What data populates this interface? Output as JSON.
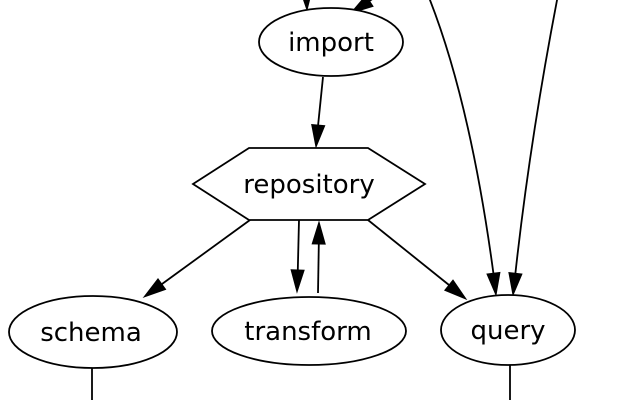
{
  "diagram": {
    "type": "directed-graph",
    "background_color": "#ffffff",
    "stroke_color": "#000000",
    "text_color": "#000000",
    "nodes": [
      {
        "id": "import",
        "label": "import",
        "shape": "ellipse"
      },
      {
        "id": "repository",
        "label": "repository",
        "shape": "hexagon"
      },
      {
        "id": "schema",
        "label": "schema",
        "shape": "ellipse"
      },
      {
        "id": "transform",
        "label": "transform",
        "shape": "ellipse"
      },
      {
        "id": "query",
        "label": "query",
        "shape": "ellipse"
      }
    ],
    "edges": [
      {
        "from": "offscreen-top",
        "to": "import",
        "arrowhead": true
      },
      {
        "from": "offscreen-top",
        "to": "import",
        "arrowhead": true
      },
      {
        "from": "import",
        "to": "repository",
        "arrowhead": true
      },
      {
        "from": "repository",
        "to": "schema",
        "arrowhead": true
      },
      {
        "from": "repository",
        "to": "transform",
        "arrowhead": true
      },
      {
        "from": "transform",
        "to": "repository",
        "arrowhead": true
      },
      {
        "from": "repository",
        "to": "query",
        "arrowhead": true
      },
      {
        "from": "offscreen-top",
        "to": "query",
        "arrowhead": true
      },
      {
        "from": "offscreen-top",
        "to": "query",
        "arrowhead": true
      },
      {
        "from": "schema",
        "to": "offscreen-bottom",
        "arrowhead": false
      },
      {
        "from": "query",
        "to": "offscreen-bottom",
        "arrowhead": false
      }
    ]
  }
}
